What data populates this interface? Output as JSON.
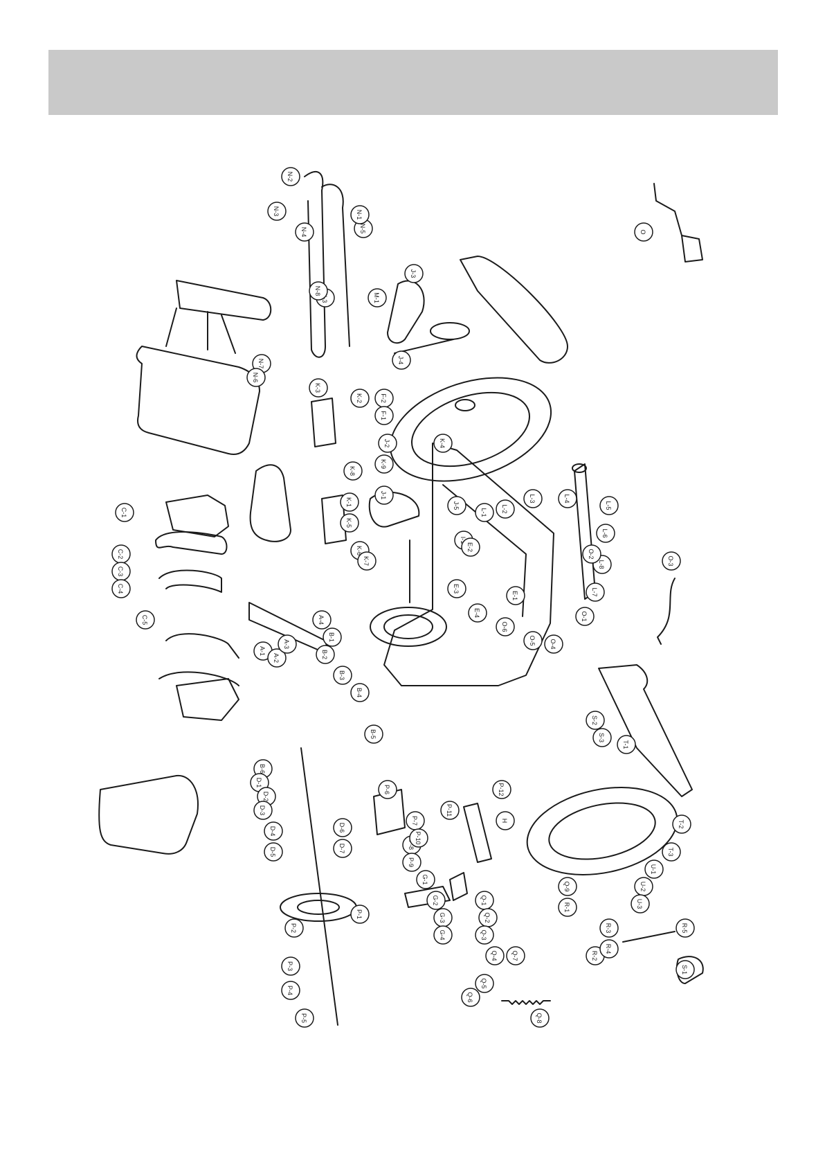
{
  "header": {
    "text": ""
  },
  "colors": {
    "band": "#c9c9c9",
    "ink": "#1a1a1a",
    "paper": "#ffffff"
  },
  "diagram": {
    "icon": "exploded-parts-diagram",
    "callouts": [
      "N-2",
      "N-3",
      "N-4",
      "N-5",
      "N-1",
      "N-3",
      "N-8",
      "N-7",
      "N-6",
      "K-3",
      "K-2",
      "F-2",
      "F-1",
      "M-1",
      "J-3",
      "J-4",
      "J-2",
      "J-1",
      "K-1",
      "K-5",
      "K-6",
      "K-7",
      "K-8",
      "K-9",
      "K-4",
      "J-5",
      "I-1",
      "L-1",
      "L-2",
      "L-3",
      "L-4",
      "L-5",
      "L-6",
      "L-7",
      "L-8",
      "O-1",
      "O-2",
      "O-3",
      "O-4",
      "O-5",
      "O-6",
      "E-1",
      "E-2",
      "E-3",
      "E-4",
      "C-1",
      "C-2",
      "C-3",
      "C-4",
      "C-5",
      "A-1",
      "A-2",
      "A-3",
      "A-4",
      "B-1",
      "B-2",
      "B-3",
      "B-4",
      "B-5",
      "B-6",
      "D-1",
      "D-2",
      "D-3",
      "D-4",
      "D-5",
      "D-6",
      "D-7",
      "P-1",
      "P-2",
      "P-3",
      "P-4",
      "P-5",
      "P-6",
      "P-7",
      "P-8",
      "P-9",
      "P-10",
      "P-11",
      "P-12",
      "H",
      "G-1",
      "G-2",
      "G-3",
      "G-4",
      "Q-1",
      "Q-2",
      "Q-3",
      "Q-4",
      "Q-5",
      "Q-6",
      "Q-7",
      "Q-8",
      "Q-9",
      "R-1",
      "R-2",
      "R-3",
      "R-4",
      "R-5",
      "S-1",
      "S-2",
      "S-3",
      "T-1",
      "T-2",
      "T-3",
      "U-1",
      "U-2",
      "U-3",
      "O"
    ]
  }
}
